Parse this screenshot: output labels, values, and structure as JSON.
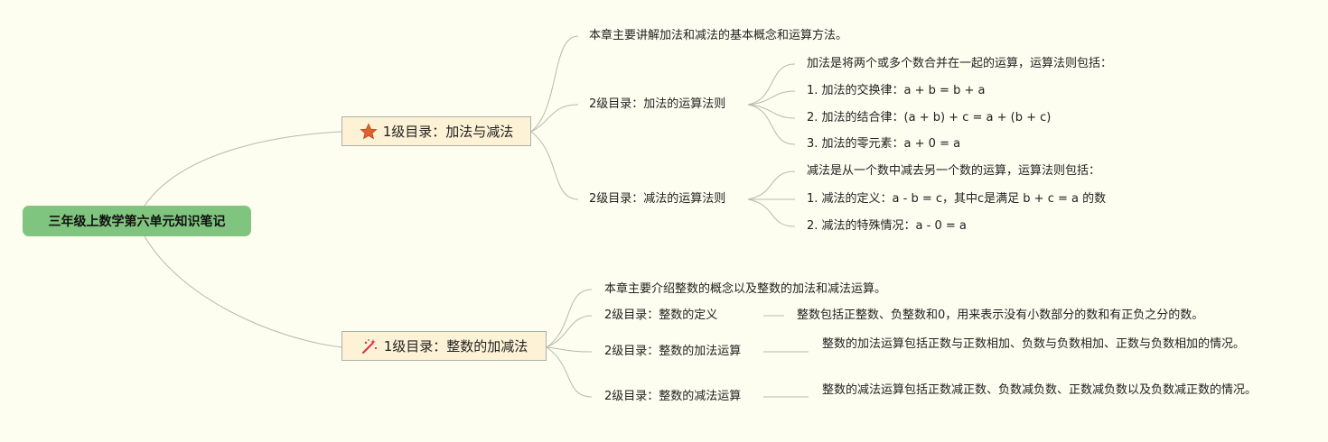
{
  "root": {
    "title": "三年级上数学第六单元知识笔记"
  },
  "branch1": {
    "title": "1级目录：加法与减法",
    "icon": "star-icon",
    "icon_color": "#e0622a",
    "intro": "本章主要讲解加法和减法的基本概念和运算方法。",
    "add": {
      "title": "2级目录：加法的运算法则",
      "items": [
        "加法是将两个或多个数合并在一起的运算，运算法则包括：",
        "1. 加法的交换律：a + b = b + a",
        "2. 加法的结合律：(a + b) + c = a + (b + c)",
        "3. 加法的零元素：a + 0 = a"
      ]
    },
    "sub": {
      "title": "2级目录：减法的运算法则",
      "items": [
        "减法是从一个数中减去另一个数的运算，运算法则包括：",
        "1. 减法的定义：a - b = c，其中c是满足 b + c = a 的数",
        "2. 减法的特殊情况：a - 0 = a"
      ]
    }
  },
  "branch2": {
    "title": "1级目录：整数的加减法",
    "icon": "magic-wand-icon",
    "icon_color": "#d9304a",
    "intro": "本章主要介绍整数的概念以及整数的加法和减法运算。",
    "def": {
      "title": "2级目录：整数的定义",
      "text": "整数包括正整数、负整数和0，用来表示没有小数部分的数和有正负之分的数。"
    },
    "add": {
      "title": "2级目录：整数的加法运算",
      "text": "整数的加法运算包括正数与正数相加、负数与负数相加、正数与负数相加的情况。"
    },
    "sub": {
      "title": "2级目录：整数的减法运算",
      "text": "整数的减法运算包括正数减正数、负数减负数、正数减负数以及负数减正数的情况。"
    }
  },
  "colors": {
    "background": "#fdfdf0",
    "root": "#7fc57f",
    "topic": "#fdf2d6",
    "line": "#b9b9ad"
  }
}
